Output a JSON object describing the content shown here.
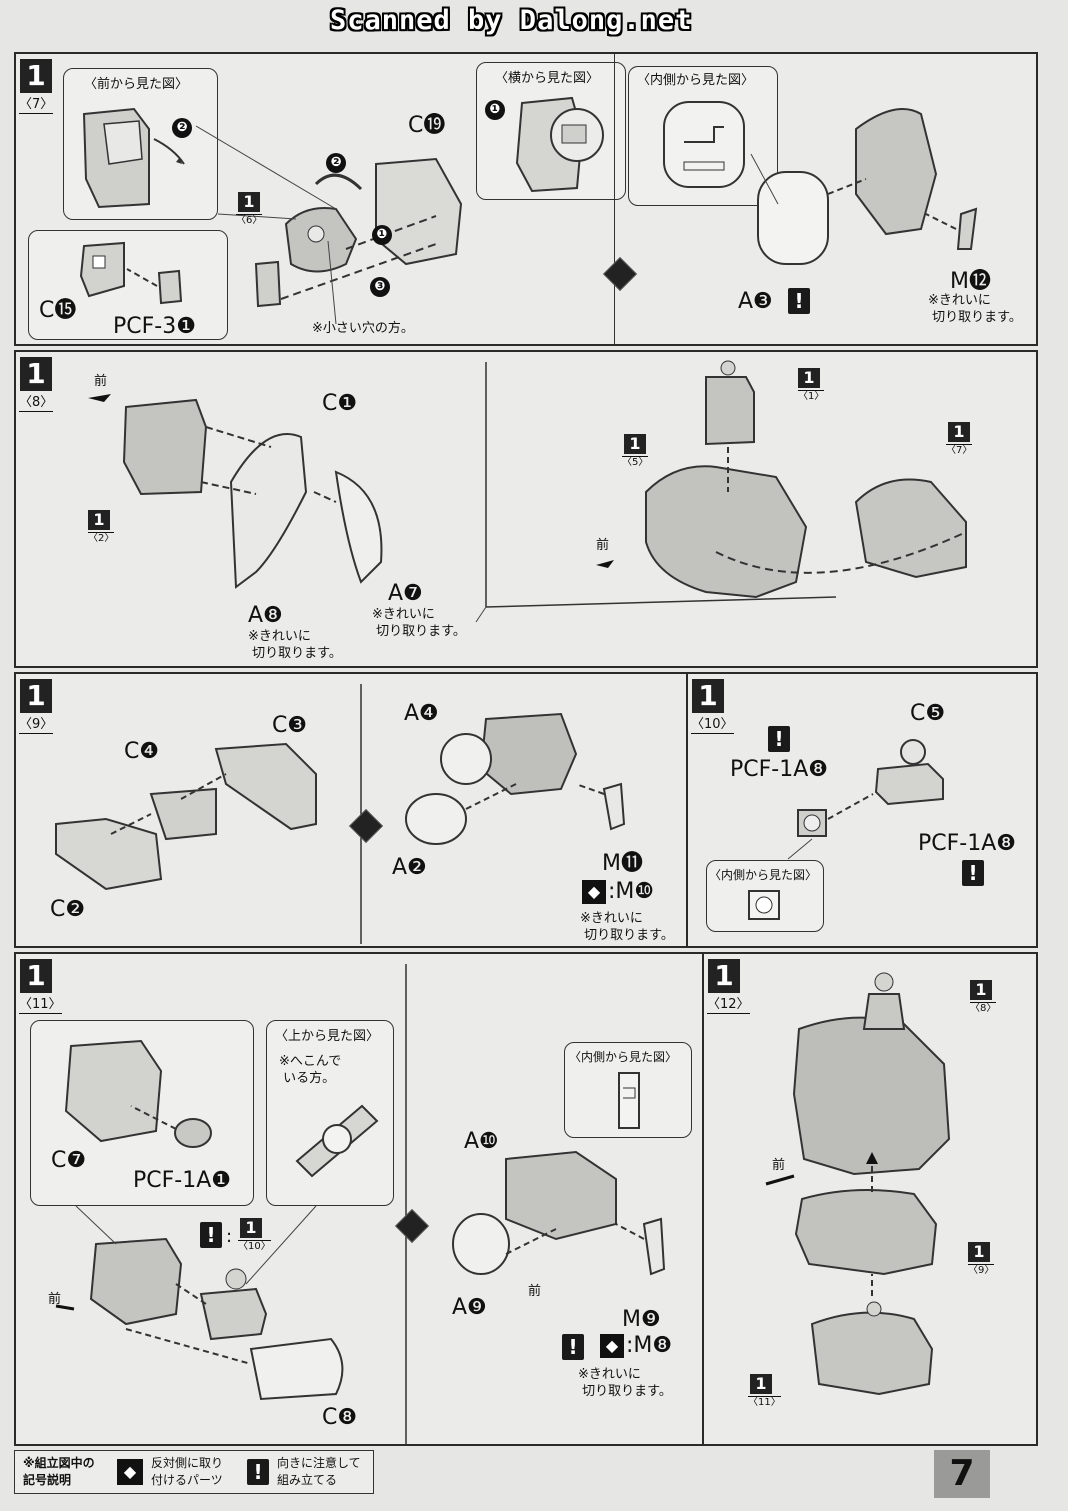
{
  "header": {
    "scan_credit": "Scanned by Dalong.net"
  },
  "steps": [
    {
      "badge": "1",
      "sub": "〈7〉",
      "views": {
        "front": "〈前から見た図〉",
        "side": "〈横から見た図〉",
        "inner": "〈内側から見た図〉"
      },
      "parts": {
        "c19": "C⓳",
        "sub6": "〈6〉",
        "c15": "C⓯",
        "pcf3": "PCF-3❶",
        "a3": "A❸",
        "m12": "M⓬"
      },
      "numbers": {
        "n1": "❶",
        "n2": "❷",
        "n3": "❸"
      },
      "notes": {
        "small_hole": "※小さい穴の方。",
        "clean_cut": "※きれいに\n 切り取ります。"
      }
    },
    {
      "badge": "1",
      "sub": "〈8〉",
      "parts": {
        "c1": "C❶",
        "a8": "A❽",
        "a7": "A❼",
        "sub2": "〈2〉",
        "sub1": "〈1〉",
        "sub5": "〈5〉",
        "sub7": "〈7〉"
      },
      "front": "前",
      "notes": {
        "a8_note": "※きれいに\n 切り取ります。",
        "a7_note": "※きれいに\n 切り取ります。"
      }
    },
    {
      "badge": "1",
      "sub": "〈9〉",
      "parts": {
        "c3": "C❸",
        "c4": "C❹",
        "c2": "C❷",
        "a4": "A❹",
        "a2": "A❷",
        "m11": "M⓫",
        "m10": ":M❿"
      },
      "notes": {
        "clean_cut": "※きれいに\n 切り取ります。"
      }
    },
    {
      "badge": "1",
      "sub": "〈10〉",
      "parts": {
        "c5": "C❺",
        "pcf1a8_top": "PCF-1A❽",
        "pcf1a8_right": "PCF-1A❽"
      },
      "views": {
        "inner": "〈内側から見た図〉"
      }
    },
    {
      "badge": "1",
      "sub": "〈11〉",
      "parts": {
        "c7": "C❼",
        "pcf1a1": "PCF-1A❶",
        "c8": "C❽",
        "a10": "A❿",
        "a9": "A❾",
        "m9": "M❾",
        "m8": ":M❽",
        "sub10": "〈10〉"
      },
      "views": {
        "top": "〈上から見た図〉",
        "inner": "〈内側から見た図〉"
      },
      "front": "前",
      "notes": {
        "dented": "※へこんで\n いる方。",
        "clean_cut": "※きれいに\n 切り取ります。"
      }
    },
    {
      "badge": "1",
      "sub": "〈12〉",
      "parts": {
        "sub8": "〈8〉",
        "sub9": "〈9〉",
        "sub11": "〈11〉"
      },
      "front": "前"
    }
  ],
  "legend": {
    "title": "※組立図中の\n記号説明",
    "symmetric": "反対側に取り\n付けるパーツ",
    "caution": "向きに注意して\n組み立てる"
  },
  "page_number": "7"
}
